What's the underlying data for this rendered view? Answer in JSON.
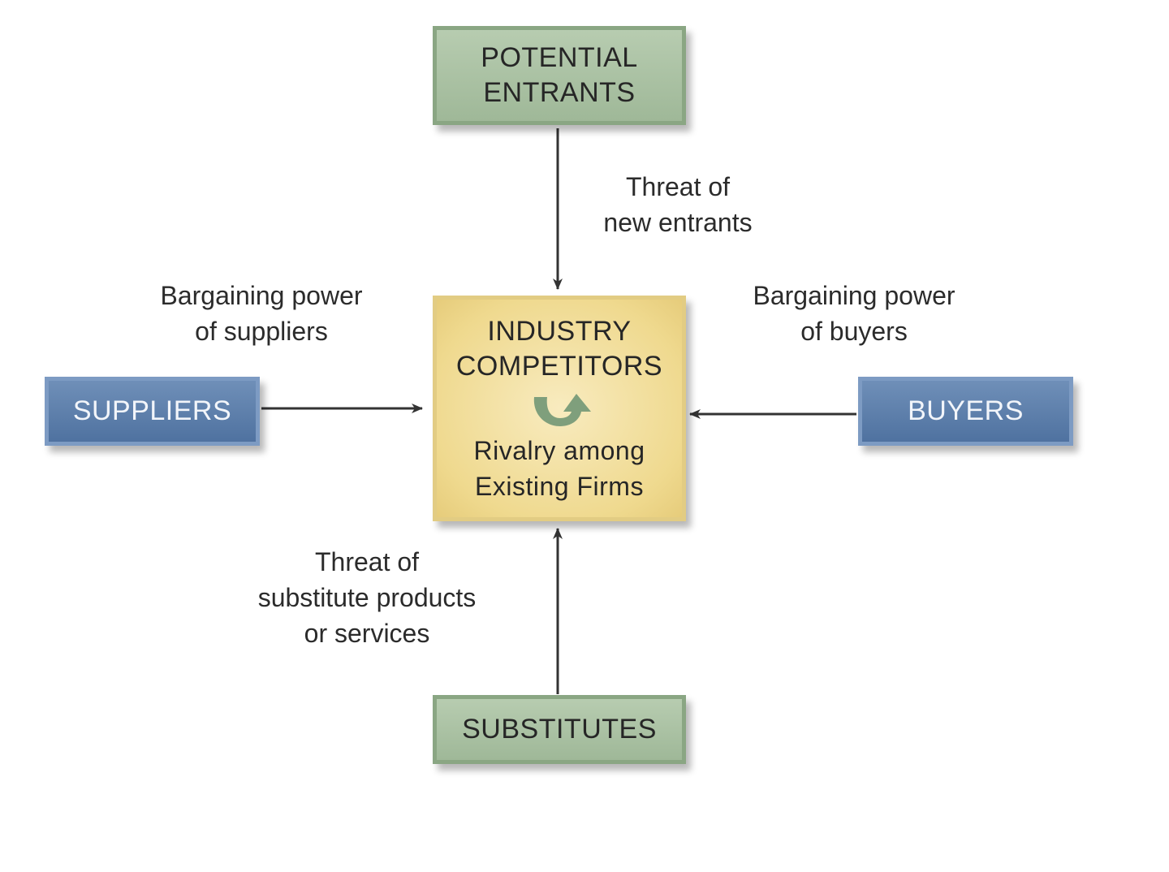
{
  "diagram": {
    "entrants": {
      "lines": [
        "POTENTIAL",
        "ENTRANTS"
      ]
    },
    "suppliers": {
      "label": "SUPPLIERS"
    },
    "buyers": {
      "label": "BUYERS"
    },
    "substitutes": {
      "label": "SUBSTITUTES"
    },
    "industry": {
      "lines": [
        "INDUSTRY",
        "COMPETITORS"
      ],
      "rivalry_lines": [
        "Rivalry among",
        "Existing Firms"
      ],
      "icon": "circular-arrow-icon"
    },
    "forces": {
      "new_entrants": [
        "Threat of",
        "new entrants"
      ],
      "suppliers_power": [
        "Bargaining power",
        "of suppliers"
      ],
      "buyers_power": [
        "Bargaining power",
        "of buyers"
      ],
      "substitutes_threat": [
        "Threat of",
        "substitute products",
        "or services"
      ]
    },
    "colors": {
      "entrant_substitute_box": "#a9c1a2",
      "supplier_buyer_box": "#5e7fad",
      "industry_box": "#f1dc98",
      "rivalry_icon": "#7f9f7c",
      "arrow": "#333333"
    }
  }
}
